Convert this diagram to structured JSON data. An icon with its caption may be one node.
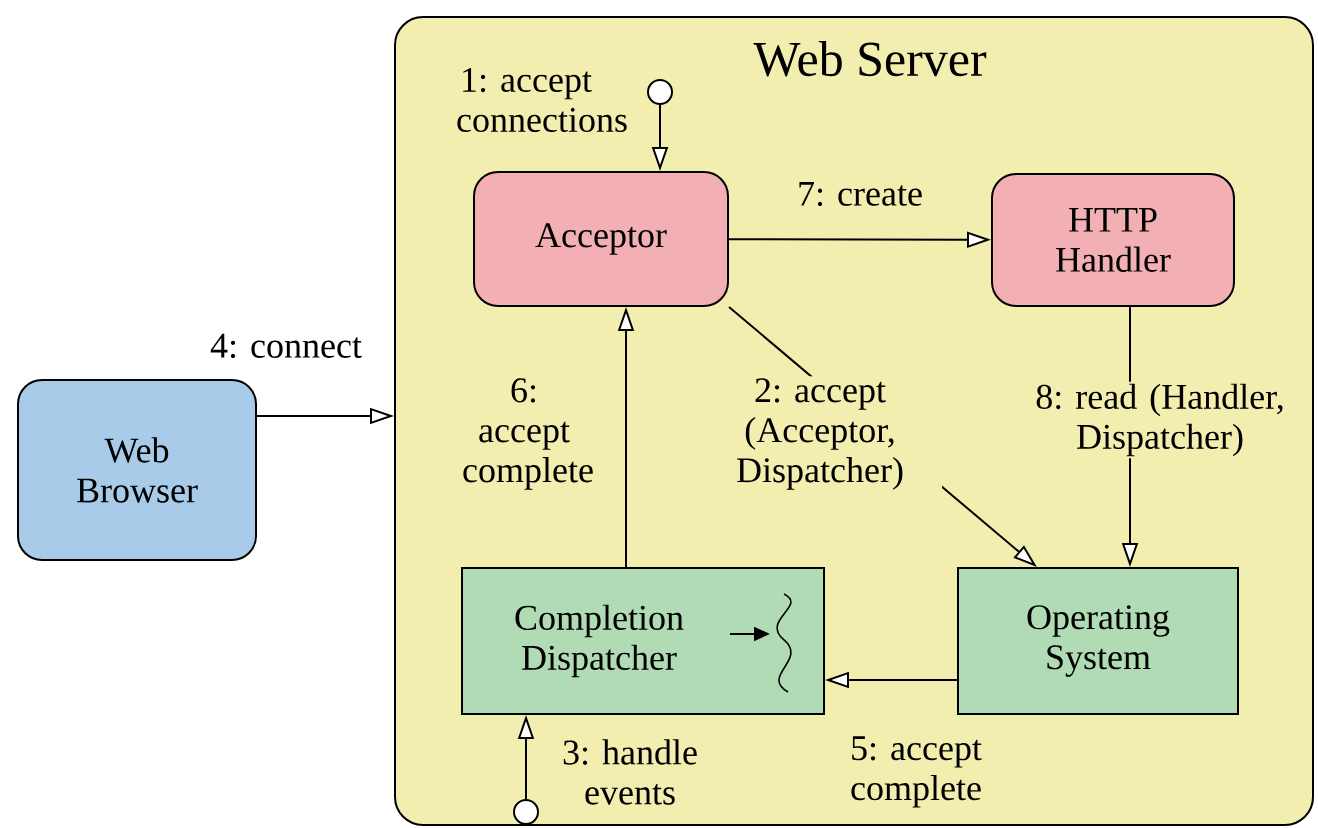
{
  "diagram": {
    "nodes": [
      {
        "text": [
          "Web Server"
        ]
      },
      {
        "text": [
          "Acceptor"
        ],
        "in": 0
      },
      {
        "text": [
          "HTTP Handler"
        ],
        "in": 0
      },
      {
        "text": [
          "Completion Dispatcher"
        ],
        "in": 0
      },
      {
        "text": [
          "Operating System"
        ],
        "in": 0
      },
      {
        "text": [
          "Web Browser"
        ]
      },
      {
        "text": [],
        "shape": "circle",
        "in": 0
      },
      {
        "text": [],
        "shape": "circle",
        "in": 0
      }
    ],
    "edges": [
      {
        "from": 6,
        "to": 1,
        "arrow": "to",
        "label": "1: accept connections"
      },
      {
        "from": 1,
        "to": 4,
        "arrow": "to",
        "label": "2: accept (Acceptor, Dispatcher)"
      },
      {
        "from": 7,
        "to": 3,
        "arrow": "to",
        "label": "3: handle events"
      },
      {
        "from": 5,
        "to": 0,
        "arrow": "to",
        "label": "4: connect"
      },
      {
        "from": 4,
        "to": 3,
        "arrow": "to",
        "label": "5: accept complete"
      },
      {
        "from": 3,
        "to": 1,
        "arrow": "to",
        "label": "6: accept complete"
      },
      {
        "from": 1,
        "to": 2,
        "arrow": "to",
        "label": "7: create"
      },
      {
        "from": 2,
        "to": 4,
        "arrow": "to",
        "label": "8: read (Handler, Dispatcher)"
      }
    ]
  }
}
